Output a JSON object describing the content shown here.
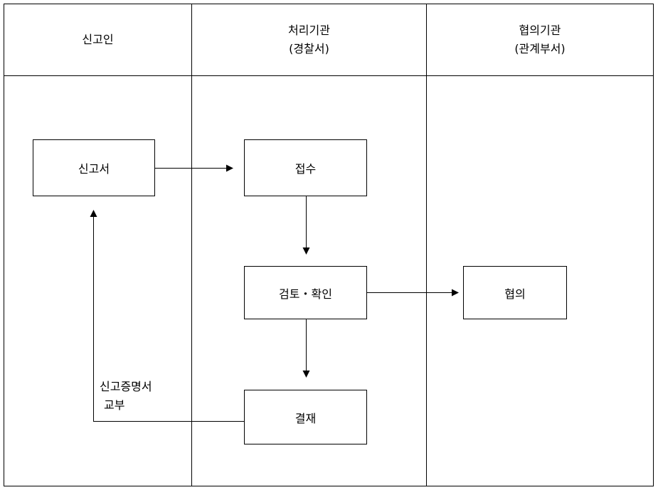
{
  "lanes": [
    {
      "title": "신고인",
      "subtitle": ""
    },
    {
      "title": "처리기관",
      "subtitle": "(경찰서)"
    },
    {
      "title": "협의기관",
      "subtitle": "(관계부서)"
    }
  ],
  "nodes": {
    "report_form": "신고서",
    "receipt": "접수",
    "review": "검토・확인",
    "consultation": "협의",
    "approval": "결재"
  },
  "return_label": {
    "line1": "신고증명서",
    "line2": "교부"
  }
}
